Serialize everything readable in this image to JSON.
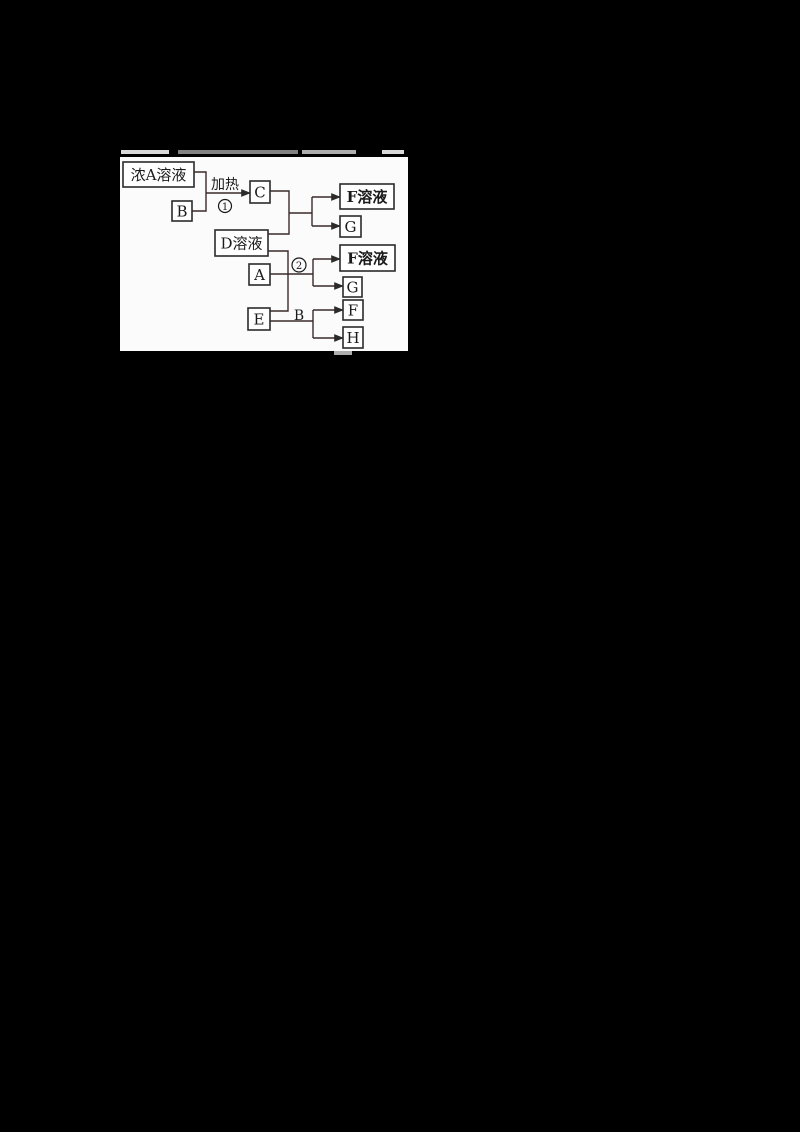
{
  "diagram": {
    "type": "chemistry-reaction-flowchart",
    "background_color": "#000000",
    "panel_color": "#fbfbfb",
    "nodes": [
      {
        "id": "concA",
        "label": "浓A溶液"
      },
      {
        "id": "B1",
        "label": "B"
      },
      {
        "id": "C",
        "label": "C"
      },
      {
        "id": "D",
        "label": "D溶液"
      },
      {
        "id": "F1",
        "label": "F溶液"
      },
      {
        "id": "G1",
        "label": "G"
      },
      {
        "id": "A",
        "label": "A"
      },
      {
        "id": "F2",
        "label": "F溶液"
      },
      {
        "id": "G2",
        "label": "G"
      },
      {
        "id": "E",
        "label": "E"
      },
      {
        "id": "F3",
        "label": "F"
      },
      {
        "id": "H",
        "label": "H"
      }
    ],
    "edge_labels": {
      "heat": "加热",
      "reaction1": "①",
      "reaction2": "②",
      "reagentB": "B"
    },
    "reactions": [
      {
        "id": "1",
        "reactants": [
          "浓A溶液",
          "B"
        ],
        "condition": "加热",
        "products": [
          "C"
        ]
      },
      {
        "id": "merge",
        "reactants": [
          "C",
          "D溶液"
        ],
        "products": [
          "F溶液",
          "G"
        ]
      },
      {
        "id": "2",
        "reactants": [
          "D溶液",
          "A"
        ],
        "products": [
          "F溶液",
          "G"
        ]
      },
      {
        "id": "3",
        "reactants": [
          "E",
          "B"
        ],
        "products": [
          "F",
          "H"
        ]
      }
    ]
  }
}
